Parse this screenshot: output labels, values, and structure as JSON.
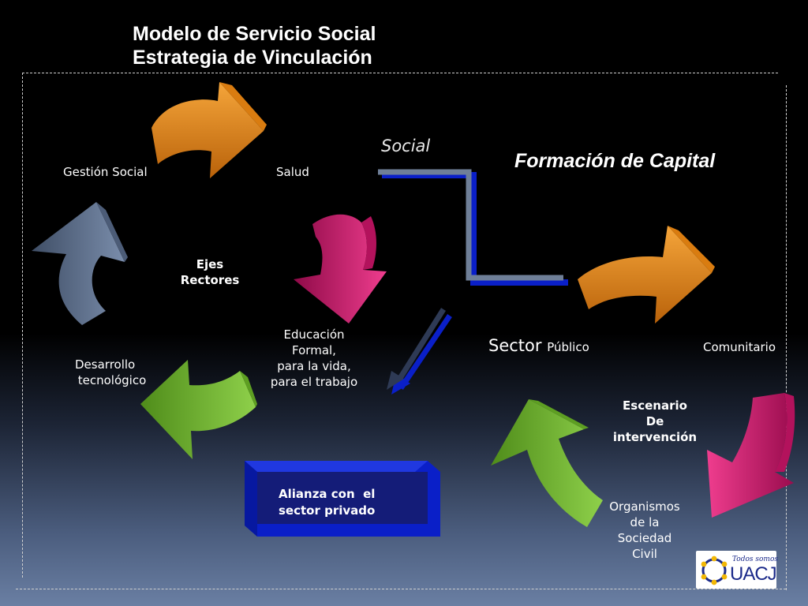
{
  "title": {
    "line1": "Modelo de Servicio Social",
    "line2": "Estrategia de Vinculación"
  },
  "cycle": {
    "gestion_social": "Gestión Social",
    "salud": "Salud",
    "ejes_line1": "Ejes",
    "ejes_line2": "Rectores",
    "educacion_line1": "Educación",
    "educacion_line2": "Formal,",
    "educacion_line3": "para la vida,",
    "educacion_line4": "para el trabajo",
    "desarrollo_line1": "Desarrollo",
    "desarrollo_line2": "tecnológico"
  },
  "capital": {
    "social": "Social",
    "formacion": "Formación de Capital",
    "sector": "Sector",
    "publico": "Público",
    "comunitario": "Comunitario"
  },
  "escenario": {
    "line1": "Escenario",
    "line2": "De",
    "line3": "intervención"
  },
  "organismos": {
    "line1": "Organismos",
    "line2": "de la",
    "line3": "Sociedad",
    "line4": "Civil"
  },
  "alianza": {
    "line1": "Alianza con  el",
    "line2": "sector privado"
  },
  "logo": {
    "tagline": "Todos somos",
    "name": "UACJ"
  },
  "colors": {
    "orange": "#e8890c",
    "magenta": "#d4166f",
    "green": "#6aab2a",
    "slate": "#5b6f8c",
    "blue": "#0a1fc8"
  }
}
